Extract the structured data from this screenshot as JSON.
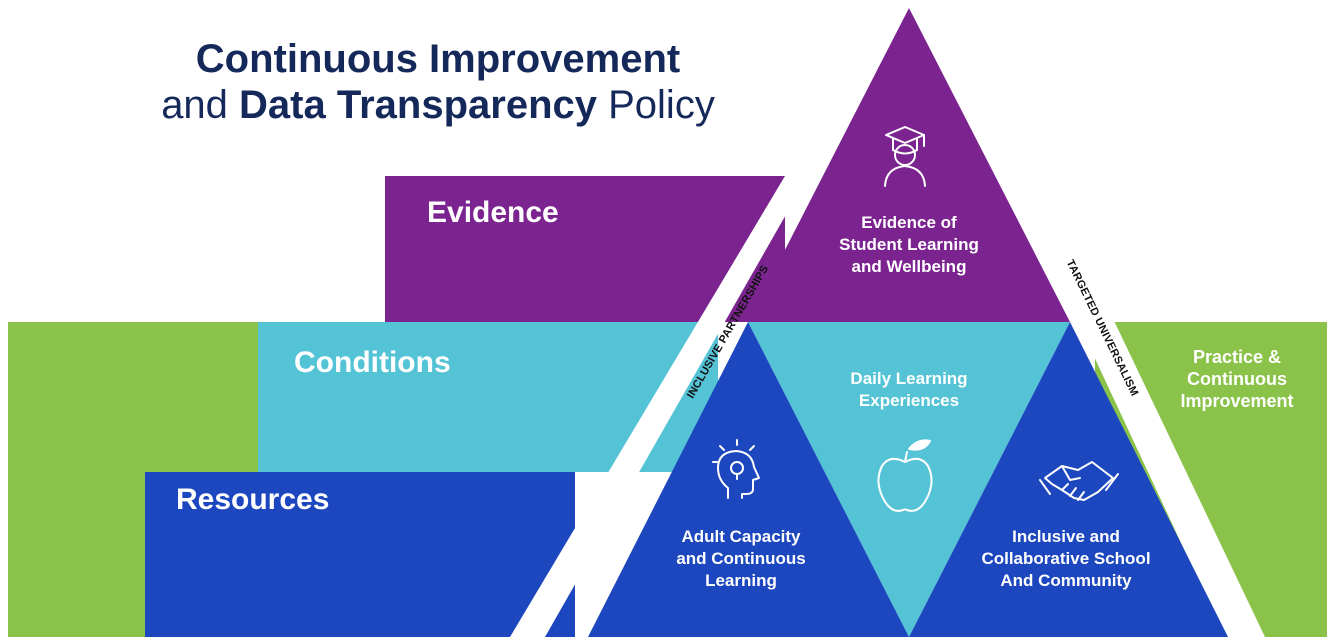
{
  "title": {
    "line1": "Continuous Improvement",
    "line2_regular_a": "and ",
    "line2_bold": "Data Transparency",
    "line2_regular_b": " Policy"
  },
  "bands": {
    "evidence": "Evidence",
    "conditions": "Conditions",
    "resources": "Resources"
  },
  "triangles": {
    "top": {
      "line1": "Evidence of",
      "line2": "Student Learning",
      "line3": "and Wellbeing",
      "icon": "graduate-icon"
    },
    "middle": {
      "line1": "Daily Learning",
      "line2": "Experiences",
      "icon": "apple-icon"
    },
    "left": {
      "line1": "Adult Capacity",
      "line2": "and Continuous",
      "line3": "Learning",
      "icon": "head-lightbulb-icon"
    },
    "right": {
      "line1": "Inclusive and",
      "line2": "Collaborative School",
      "line3": "And Community",
      "icon": "handshake-icon"
    }
  },
  "side": {
    "line1": "Practice &",
    "line2": "Continuous",
    "line3": "Improvement"
  },
  "diagonals": {
    "left": "INCLUSIVE PARTNERSHIPS",
    "right": "TARGETED UNIVERSALISM"
  },
  "colors": {
    "title": "#15285a",
    "purple": "#7b2490",
    "cyan": "#55c3d6",
    "blue": "#1c47be",
    "green": "#8bc34a"
  }
}
